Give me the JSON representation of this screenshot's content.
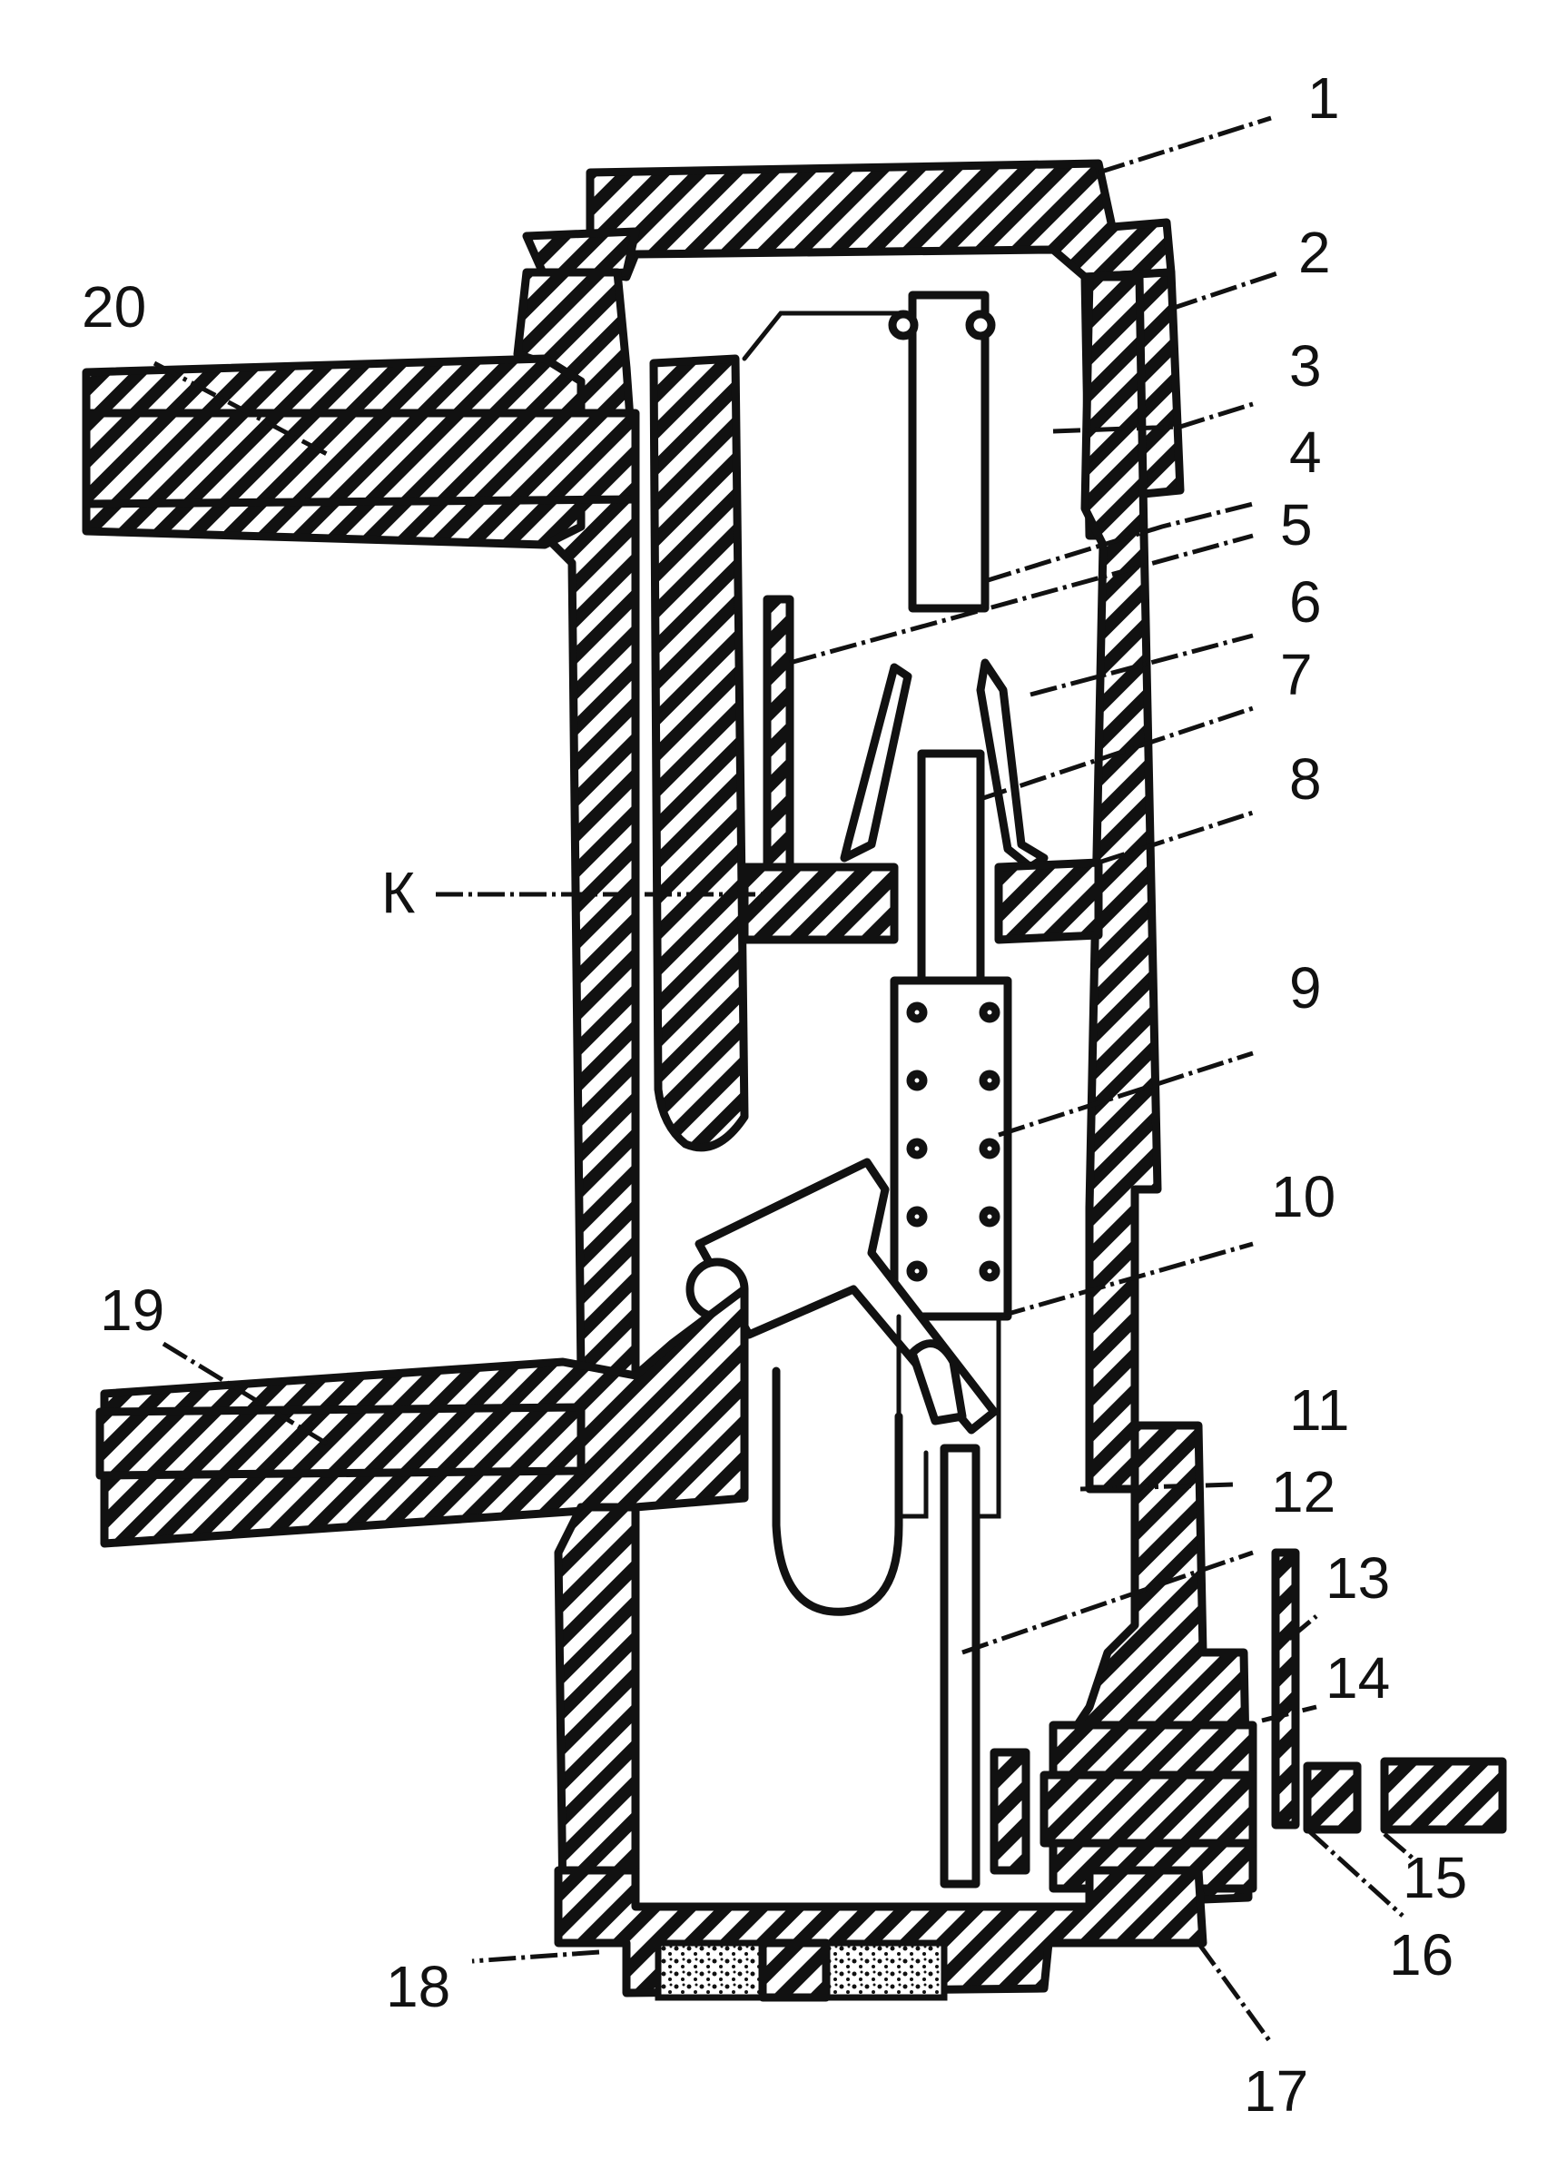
{
  "diagram": {
    "labels": {
      "l1": "1",
      "l2": "2",
      "l3": "3",
      "l4": "4",
      "l5": "5",
      "l6": "6",
      "l7": "7",
      "l8": "8",
      "l9": "9",
      "l10": "10",
      "l11": "11",
      "l12": "12",
      "l13": "13",
      "l14": "14",
      "l15": "15",
      "l16": "16",
      "l17": "17",
      "l18": "18",
      "l19": "19",
      "l20": "20",
      "lK": "К"
    }
  }
}
